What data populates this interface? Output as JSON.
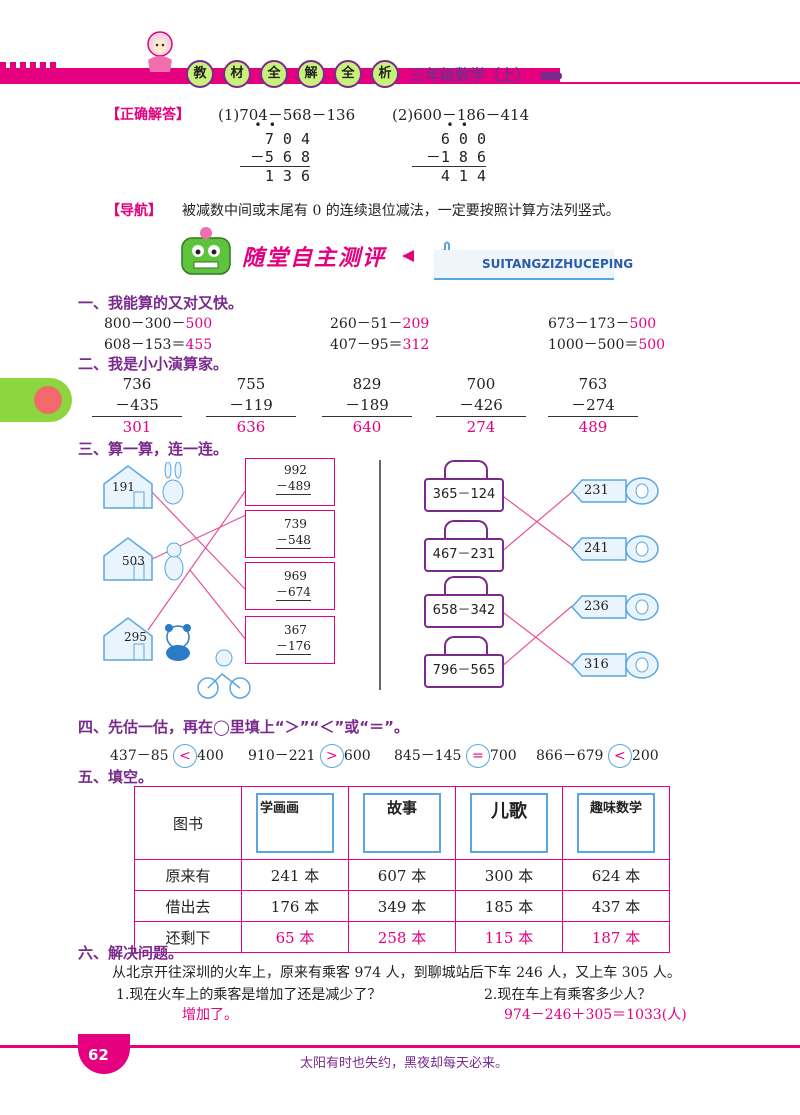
{
  "header": {
    "title_chars": [
      "教",
      "材",
      "全",
      "解",
      "全",
      "析"
    ],
    "grade": "三年级数学（上）"
  },
  "correct_answer": {
    "label": "【正确解答】",
    "p1": {
      "expr": "(1)704－568－136",
      "rows": [
        "7 0 4",
        "－5 6 8",
        "1 3 6"
      ]
    },
    "p2": {
      "expr": "(2)600－186－414",
      "rows": [
        "6 0 0",
        "－1 8 6",
        "4 1 4"
      ]
    }
  },
  "guide": {
    "label": "【导航】",
    "text": "被减数中间或末尾有 0 的连续退位减法，一定要按照计算方法列竖式。"
  },
  "banner": {
    "title": "随堂自主测评",
    "pinyin": "SUITANGZIZHUCEPING"
  },
  "section1": {
    "title": "一、我能算的又对又快。",
    "items": [
      {
        "expr": "800－300－",
        "ans": "500"
      },
      {
        "expr": "260－51－",
        "ans": "209"
      },
      {
        "expr": "673－173－",
        "ans": "500"
      },
      {
        "expr": "608－153＝",
        "ans": "455"
      },
      {
        "expr": "407－95＝",
        "ans": "312"
      },
      {
        "expr": "1000－500＝",
        "ans": "500"
      }
    ]
  },
  "section2": {
    "title": "二、我是小小演算家。",
    "cols": [
      {
        "top": "736",
        "sub": "－435",
        "ans": "301"
      },
      {
        "top": "755",
        "sub": "－119",
        "ans": "636"
      },
      {
        "top": "829",
        "sub": "－189",
        "ans": "640"
      },
      {
        "top": "700",
        "sub": "－426",
        "ans": "274"
      },
      {
        "top": "763",
        "sub": "－274",
        "ans": "489"
      }
    ]
  },
  "section3": {
    "title": "三、算一算，连一连。",
    "houses": [
      "191",
      "503",
      "295"
    ],
    "cards": [
      {
        "top": "992",
        "sub": "－489"
      },
      {
        "top": "739",
        "sub": "－548"
      },
      {
        "top": "969",
        "sub": "－674"
      },
      {
        "top": "367",
        "sub": "－176"
      }
    ],
    "locks": [
      "365－124",
      "467－231",
      "658－342",
      "796－565"
    ],
    "keys": [
      "231",
      "241",
      "236",
      "316"
    ]
  },
  "section4": {
    "title": "四、先估一估，再在◯里填上“＞”“＜”或“＝”。",
    "items": [
      {
        "left": "437－85",
        "sym": "<",
        "right": "400"
      },
      {
        "left": "910－221",
        "sym": ">",
        "right": "600"
      },
      {
        "left": "845－145",
        "sym": "=",
        "right": "700"
      },
      {
        "left": "866－679",
        "sym": "<",
        "right": "200"
      }
    ]
  },
  "section5": {
    "title": "五、填空。",
    "row_head": [
      "图书",
      "原来有",
      "借出去",
      "还剩下"
    ],
    "books": [
      "学画画",
      "故事",
      "儿歌",
      "趣味数学"
    ],
    "original": [
      "241 本",
      "607 本",
      "300 本",
      "624 本"
    ],
    "lent": [
      "176 本",
      "349 本",
      "185 本",
      "437 本"
    ],
    "remain": [
      "65 本",
      "258 本",
      "115 本",
      "187 本"
    ]
  },
  "section6": {
    "title": "六、解决问题。",
    "problem": "从北京开往深圳的火车上，原来有乘客 974 人，到聊城站后下车 246 人，又上车 305 人。",
    "q1": "1.现在火车上的乘客是增加了还是减少了？",
    "q2": "2.现在车上有乘客多少人？",
    "a1": "增加了。",
    "a2": "974－246＋305＝1033(人)"
  },
  "footer": {
    "page": "62",
    "motto": "太阳有时也失约，黑夜却每天必来。"
  },
  "colors": {
    "accent": "#e5007f",
    "purple": "#7a2a8c",
    "line": "#e8509a"
  }
}
